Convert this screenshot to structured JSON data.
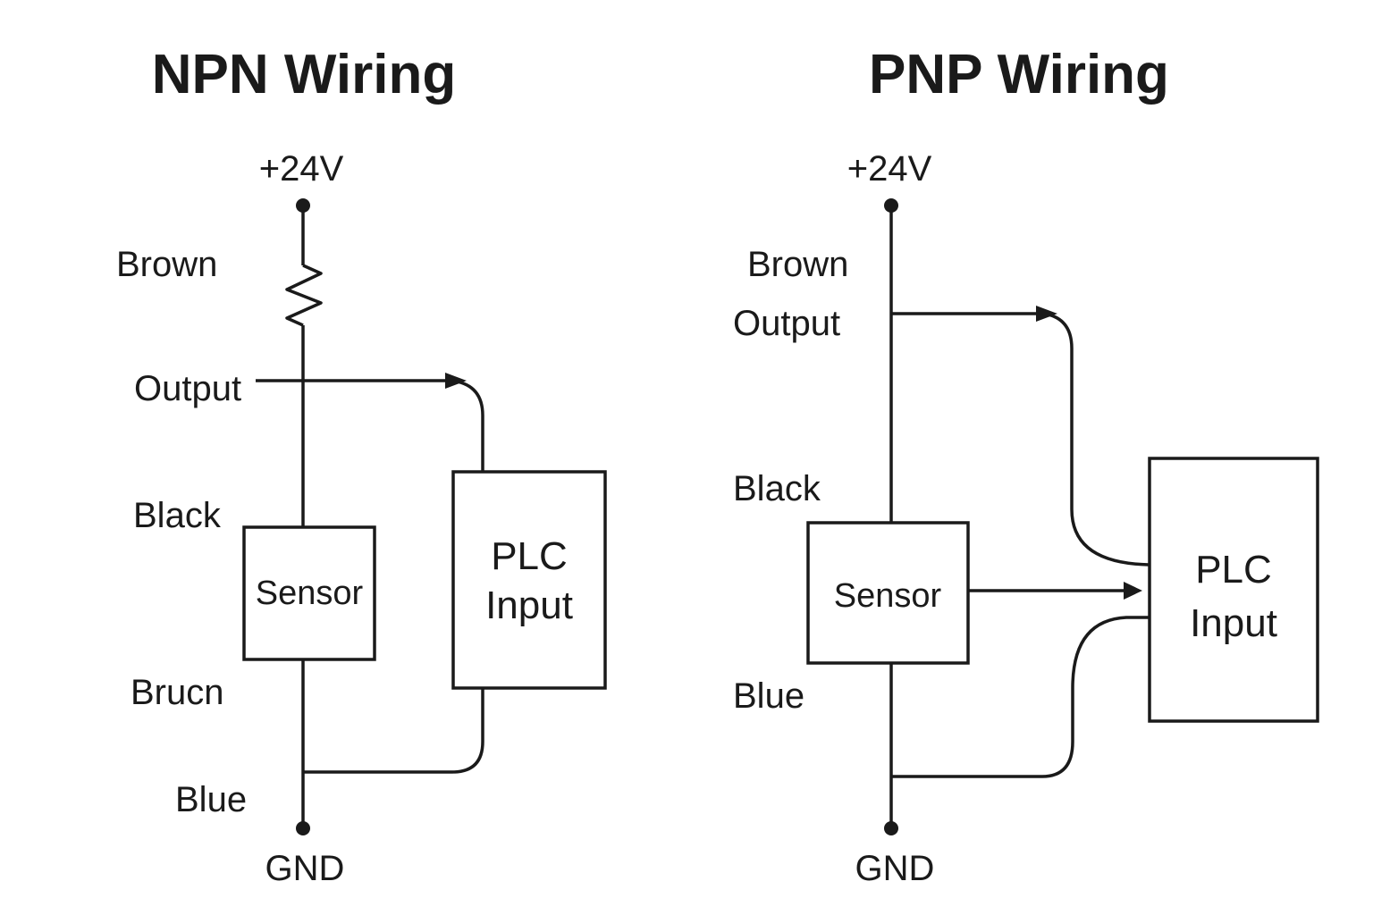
{
  "npn": {
    "title": "NPN Wiring",
    "supply": "+24V",
    "ground": "GND",
    "labels": {
      "brown": "Brown",
      "output": "Output",
      "black": "Black",
      "brucn": "Brucn",
      "blue": "Blue"
    },
    "sensor": "Sensor",
    "plc_line1": "PLC",
    "plc_line2": "Input"
  },
  "pnp": {
    "title": "PNP Wiring",
    "supply": "+24V",
    "ground": "GND",
    "labels": {
      "brown": "Brown",
      "output": "Output",
      "black": "Black",
      "blue": "Blue"
    },
    "sensor": "Sensor",
    "plc_line1": "PLC",
    "plc_line2": "Input"
  },
  "colors": {
    "ink": "#1a1a1a",
    "background": "#ffffff"
  }
}
